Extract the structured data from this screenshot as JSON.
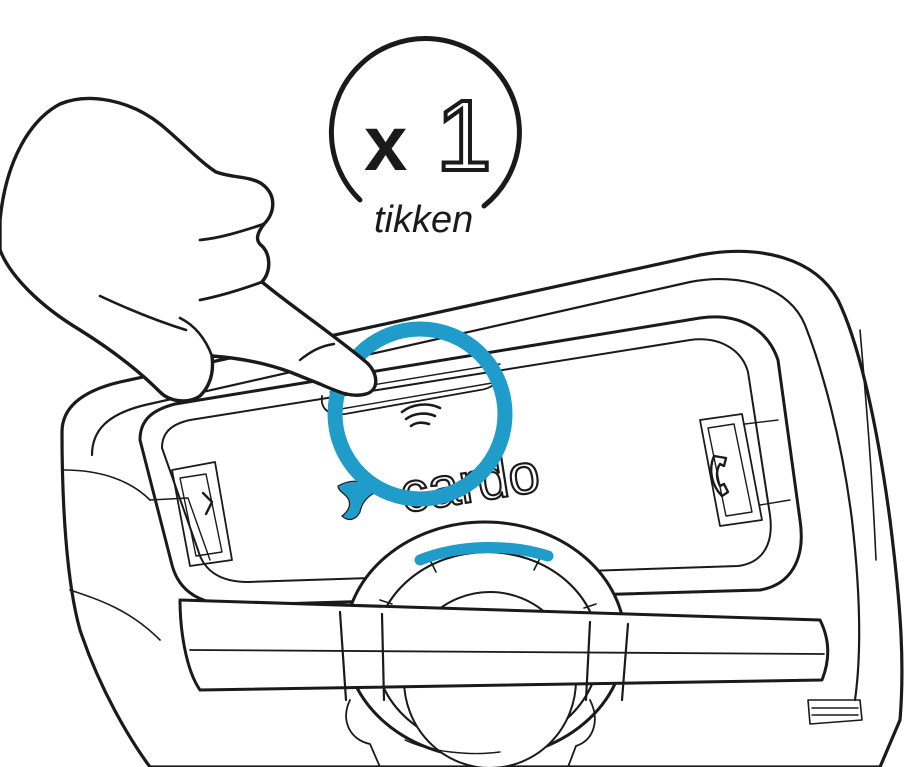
{
  "badge": {
    "multiplier": "x",
    "count": "1",
    "action_label": "tikken"
  },
  "device": {
    "brand_text": "cardo",
    "highlight_color": "#1f9cc9",
    "outline_color": "#1a1a1a"
  },
  "icons": {
    "target_button": "wifi-signal-icon",
    "left_button": "chevron-left-icon",
    "right_button": "phone-icon",
    "pointer": "pointing-hand-icon",
    "logo_mark": "cardo-logo-icon"
  }
}
